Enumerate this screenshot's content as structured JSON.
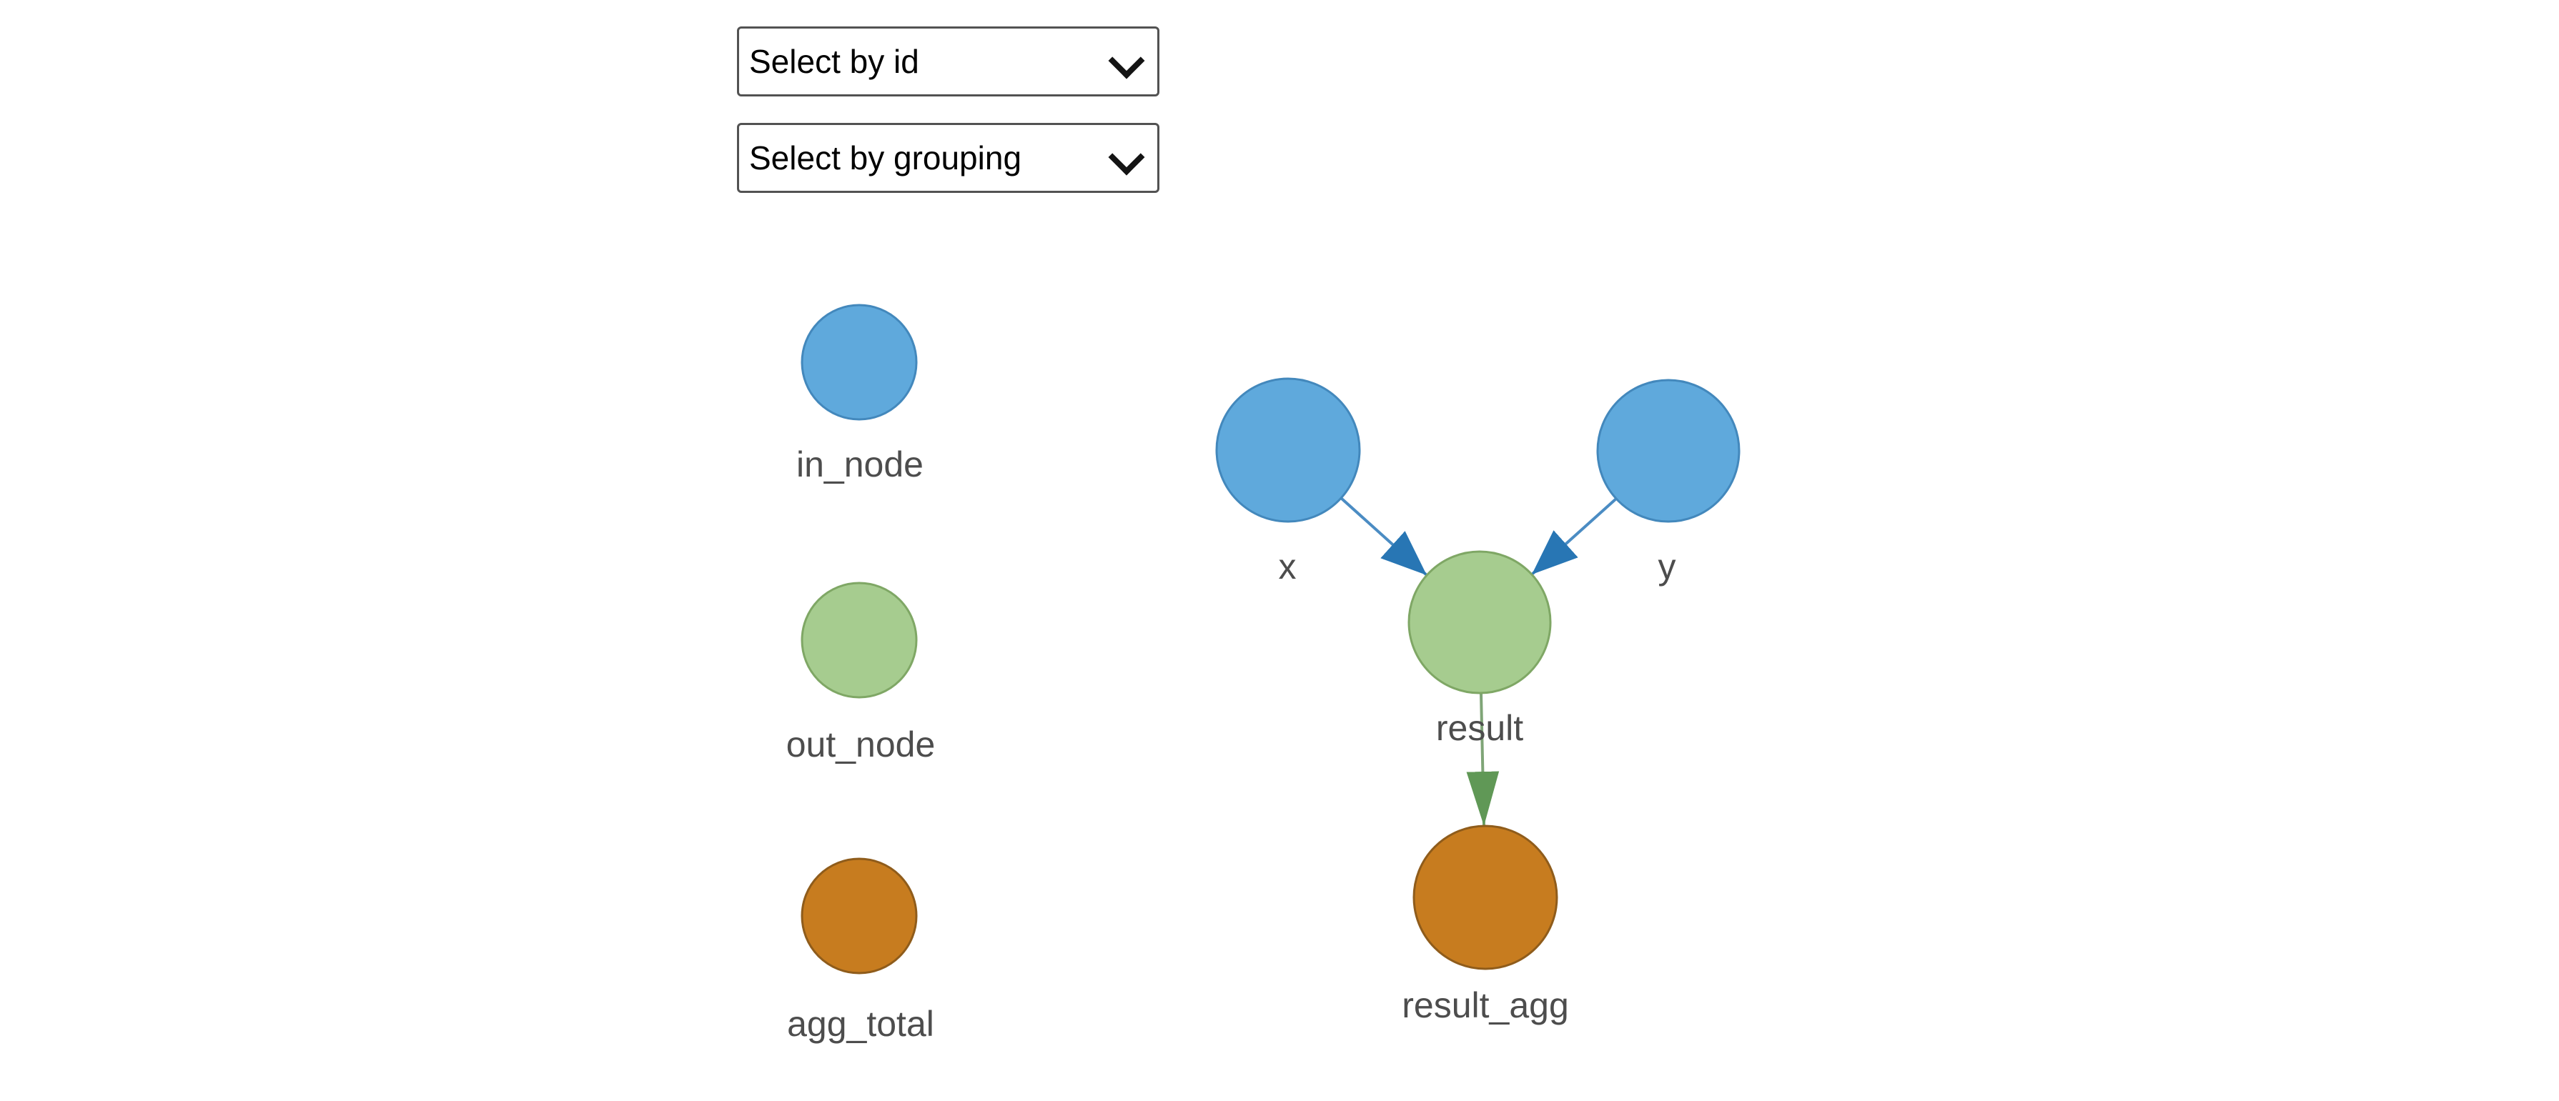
{
  "controls": {
    "id_select": {
      "value": "Select by id"
    },
    "grouping_select": {
      "value": "Select by grouping"
    }
  },
  "legend": {
    "items": [
      {
        "id": "in_node",
        "label": "in_node",
        "node_type": "in"
      },
      {
        "id": "out_node",
        "label": "out_node",
        "node_type": "out"
      },
      {
        "id": "agg_total",
        "label": "agg_total",
        "node_type": "agg"
      }
    ]
  },
  "graph": {
    "nodes": [
      {
        "id": "x",
        "label": "x",
        "node_type": "in"
      },
      {
        "id": "y",
        "label": "y",
        "node_type": "in"
      },
      {
        "id": "result",
        "label": "result",
        "node_type": "out"
      },
      {
        "id": "result_agg",
        "label": "result_agg",
        "node_type": "agg"
      }
    ],
    "edges": [
      {
        "source": "x",
        "target": "result",
        "color_key": "edge_blue"
      },
      {
        "source": "y",
        "target": "result",
        "color_key": "edge_blue"
      },
      {
        "source": "result",
        "target": "result_agg",
        "color_key": "edge_green"
      }
    ]
  },
  "colors": {
    "in_fill": "#5FA9DC",
    "in_stroke": "#4388BC",
    "out_fill": "#A6CC8F",
    "out_stroke": "#7FA765",
    "agg_fill": "#C77C1F",
    "agg_stroke": "#8F5C1B",
    "edge_blue_line": "#4B8CC3",
    "edge_blue_head": "#2876B4",
    "edge_green_line": "#7FA577",
    "edge_green_head": "#609856",
    "label": "#4D4D4D"
  }
}
